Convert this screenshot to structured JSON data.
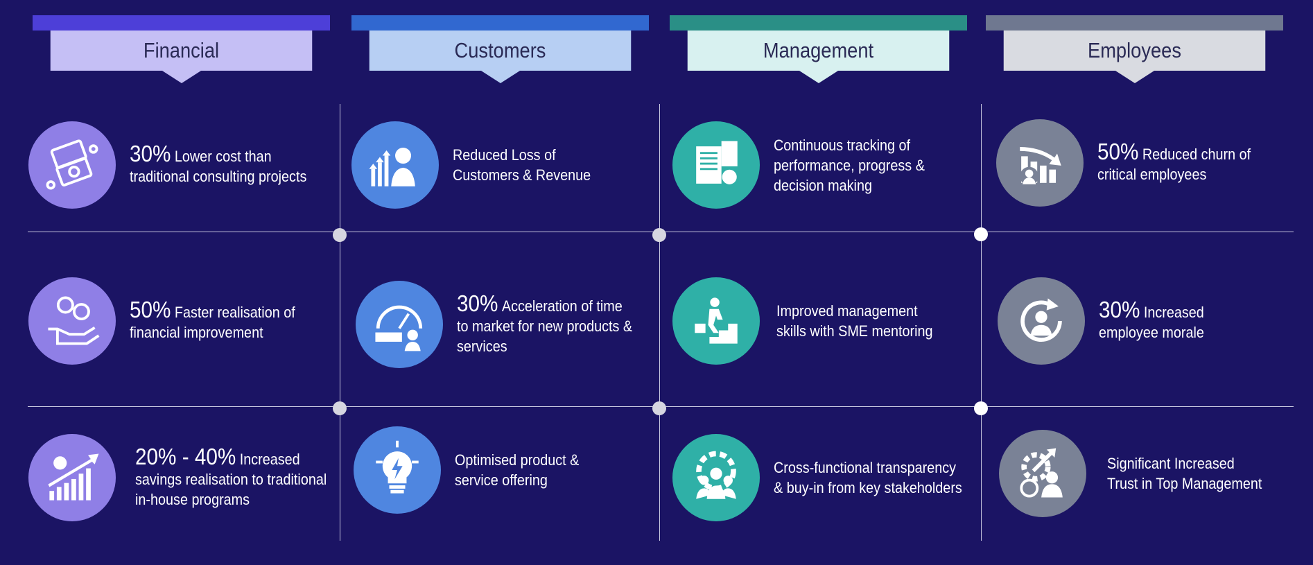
{
  "headers": [
    {
      "label": "Financial",
      "bar_color": "#4d3fd8",
      "bg_color": "#c5bff5"
    },
    {
      "label": "Customers",
      "bar_color": "#3168d0",
      "bg_color": "#b7cff3"
    },
    {
      "label": "Management",
      "bar_color": "#2a8f86",
      "bg_color": "#d8f1f0"
    },
    {
      "label": "Employees",
      "bar_color": "#6f7890",
      "bg_color": "#d9dbe1"
    }
  ],
  "cells": {
    "financial": [
      {
        "stat": "30%",
        "text_1": "Lower cost than",
        "text_2": "traditional consulting projects",
        "text_3": "",
        "icon": "money-icon"
      },
      {
        "stat": "50%",
        "text_1": "Faster realisation of",
        "text_2": "financial improvement",
        "text_3": "",
        "icon": "coins-hand-icon"
      },
      {
        "stat": "20% - 40%",
        "text_1": "Increased",
        "text_2": "savings realisation to traditional",
        "text_3": "in-house programs",
        "icon": "growth-chart-icon"
      }
    ],
    "customers": [
      {
        "stat": "",
        "text_1": "Reduced Loss of",
        "text_2": "Customers & Revenue",
        "text_3": "",
        "icon": "customer-growth-icon"
      },
      {
        "stat": "30%",
        "text_1": "Acceleration of time",
        "text_2": "to market for new products &",
        "text_3": "services",
        "icon": "speedometer-rating-icon"
      },
      {
        "stat": "",
        "text_1": "Optimised product &",
        "text_2": "service offering",
        "text_3": "",
        "icon": "lightbulb-icon"
      }
    ],
    "management": [
      {
        "stat": "",
        "text_1": "Continuous tracking of",
        "text_2": "performance, progress &",
        "text_3": "decision making",
        "icon": "report-calculator-icon"
      },
      {
        "stat": "",
        "text_1": "Improved management",
        "text_2": "skills with SME mentoring",
        "text_3": "",
        "icon": "career-stairs-icon"
      },
      {
        "stat": "",
        "text_1": "Cross-functional transparency",
        "text_2": "& buy-in from key stakeholders",
        "text_3": "",
        "icon": "team-gear-icon"
      }
    ],
    "employees": [
      {
        "stat": "50%",
        "text_1": "Reduced churn of",
        "text_2": "critical employees",
        "text_3": "",
        "icon": "declining-churn-icon"
      },
      {
        "stat": "30%",
        "text_1": "Increased",
        "text_2": "employee morale",
        "text_3": "",
        "icon": "employee-cycle-icon"
      },
      {
        "stat": "",
        "text_1": "Significant Increased",
        "text_2": "Trust in Top Management",
        "text_3": "",
        "icon": "trust-gear-person-icon"
      }
    ]
  },
  "colors": {
    "background": "#1b1464",
    "financial": "#8f7fe6",
    "customers": "#4f86e0",
    "management": "#2fb0a7",
    "employees": "#7a8296"
  }
}
